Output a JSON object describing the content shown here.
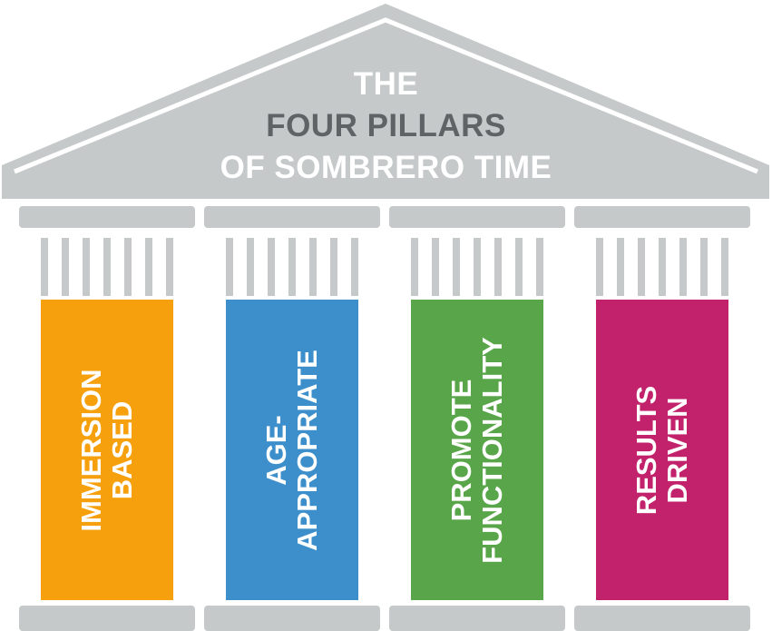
{
  "title": {
    "line1": "THE",
    "line2": "FOUR PILLARS",
    "line3": "OF SOMBRERO TIME"
  },
  "colors": {
    "stone": "#c5c9c9",
    "roof_edge": "#ffffff",
    "title_dark": "#5f6366"
  },
  "pillars": [
    {
      "line1": "IMMERSION",
      "line2": "BASED",
      "color": "#f5a00c"
    },
    {
      "line1": "AGE-",
      "line2": "APPROPRIATE",
      "color": "#3d8fcc"
    },
    {
      "line1": "PROMOTE",
      "line2": "FUNCTIONALITY",
      "color": "#58a649"
    },
    {
      "line1": "RESULTS",
      "line2": "DRIVEN",
      "color": "#c2226b"
    }
  ]
}
